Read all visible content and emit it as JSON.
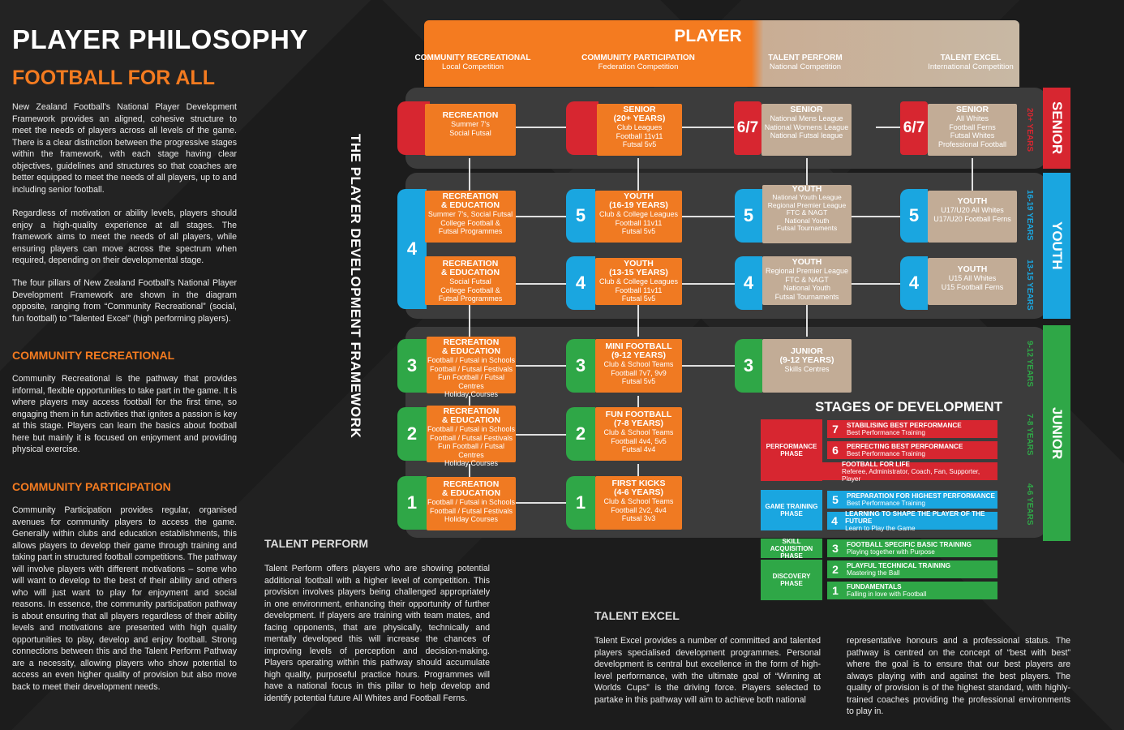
{
  "left": {
    "title": "PLAYER PHILOSOPHY",
    "subtitle": "FOOTBALL FOR ALL",
    "intro_1": "New Zealand Football’s National Player Development Framework provides an aligned, cohesive structure to meet the needs of players across all levels of the game. There is a clear distinction between the progressive stages within the framework, with each stage having clear objectives, guidelines and structures so that coaches are better equipped to meet the needs of all players, up to and including senior football.",
    "intro_2": "Regardless of motivation or ability levels, players should enjoy a high-quality experience at all stages. The framework aims to meet the needs of all players, while ensuring players can move across the spectrum when required, depending on their developmental stage.",
    "intro_3": "The four pillars of New Zealand Football’s National Player Development Framework are shown in the diagram opposite, ranging from “Community Recreational” (social, fun football) to “Talented Excel” (high performing players).",
    "cr_head": "COMMUNITY RECREATIONAL",
    "cr_body": "Community Recreational is the pathway that provides informal, flexible opportunities to take part in the game. It is where players may access football for the first time, so engaging them in fun activities that ignites a passion is key at this stage. Players can learn the basics about football here but mainly it is focused on enjoyment and providing physical exercise.",
    "cp_head": "COMMUNITY PARTICIPATION",
    "cp_body": "Community Participation provides regular, organised avenues for community players to access the game. Generally within clubs and education establishments, this allows players to develop their game through training and taking part in structured football competitions. The pathway will involve players with different motivations – some who will want to develop to the best of their ability and others who will just want to play for enjoyment and social reasons. In essence, the community participation pathway is about ensuring that all players regardless of their ability levels and motivations are presented with high quality opportunities to play, develop and enjoy football. Strong connections between this and the Talent Perform Pathway are a necessity, allowing players who show potential to access an even higher quality of provision but also move back to meet their development needs."
  },
  "talent_perform": {
    "head": "TALENT PERFORM",
    "body": "Talent Perform offers players who are showing potential additional football with a higher level of competition. This provision involves players being challenged appropriately in one environment, enhancing their opportunity of further development. If players are training with team mates, and facing opponents, that are physically, technically and mentally developed this will increase the chances of improving levels of perception and decision-making. Players operating within this pathway should accumulate high quality, purposeful practice hours. Programmes will have a national focus in this pillar to help develop and identify potential future All Whites and Football Ferns."
  },
  "talent_excel": {
    "head": "TALENT EXCEL",
    "body_1": "Talent Excel provides a number of committed and talented players specialised development programmes. Personal development is central but excellence in the form of high-level performance, with the ultimate goal of “Winning at Worlds Cups” is the driving force. Players selected to partake in this pathway will aim to achieve both national",
    "body_2": "representative honours and a professional status. The pathway is centred on the concept of “best with best” where the goal is to ensure that our best players are always playing with and against the best players. The quality of provision is of the highest standard, with highly-trained coaches providing the professional environments to play in."
  },
  "framework_label": "THE PLAYER DEVELOPMENT FRAMEWORK",
  "player": {
    "title": "PLAYER",
    "columns": [
      {
        "name": "COMMUNITY RECREATIONAL",
        "sub": "Local Competition"
      },
      {
        "name": "COMMUNITY PARTICIPATION",
        "sub": "Federation Competition"
      },
      {
        "name": "TALENT PERFORM",
        "sub": "National Competition"
      },
      {
        "name": "TALENT EXCEL",
        "sub": "International Competition"
      }
    ]
  },
  "stages": {
    "r7_c1": {
      "h": "RECREATION",
      "l": "Summer 7’s\nSocial Futsal"
    },
    "r7_c2": {
      "h": "SENIOR\n(20+ YEARS)",
      "l": "Club Leagues\nFootball 11v11\nFutsal 5v5"
    },
    "r7_c3": {
      "h": "SENIOR",
      "l": "National Mens League\nNational Womens League\nNational Futsal league"
    },
    "r7_c4": {
      "h": "SENIOR",
      "l": "All Whites\nFootball Ferns\nFutsal Whites\nProfessional Football"
    },
    "r5_c1": {
      "h": "RECREATION\n& EDUCATION",
      "l": "Summer 7’s, Social Futsal\nCollege Football &\nFutsal Programmes"
    },
    "r5_c2": {
      "h": "YOUTH\n(16-19 YEARS)",
      "l": "Club & College Leagues\nFootball 11v11\nFutsal 5v5"
    },
    "r5_c3": {
      "h": "YOUTH",
      "l": "National Youth League\nRegional Premier League\nFTC & NAGT\nNational Youth\nFutsal Tournaments"
    },
    "r5_c4": {
      "h": "YOUTH",
      "l": "U17/U20 All Whites\nU17/U20 Football Ferns"
    },
    "r4_c1": {
      "h": "RECREATION\n& EDUCATION",
      "l": "Social Futsal\nCollege Football &\nFutsal Programmes"
    },
    "r4_c2": {
      "h": "YOUTH\n(13-15 YEARS)",
      "l": "Club & College Leagues\nFootball 11v11\nFutsal 5v5"
    },
    "r4_c3": {
      "h": "YOUTH",
      "l": "Regional Premier League\nFTC & NAGT\nNational Youth\nFutsal Tournaments"
    },
    "r4_c4": {
      "h": "YOUTH",
      "l": "U15 All Whites\nU15 Football Ferns"
    },
    "r3_c1": {
      "h": "RECREATION\n& EDUCATION",
      "l": "Football / Futsal in Schools\nFootball / Futsal Festivals\nFun Football / Futsal Centres\nHoliday Courses"
    },
    "r3_c2": {
      "h": "MINI FOOTBALL\n(9-12 YEARS)",
      "l": "Club & School Teams\nFootball 7v7, 9v9\nFutsal 5v5"
    },
    "r3_c3": {
      "h": "JUNIOR\n(9-12 YEARS)",
      "l": "Skills Centres"
    },
    "r2_c1": {
      "h": "RECREATION\n& EDUCATION",
      "l": "Football / Futsal in Schools\nFootball / Futsal Festivals\nFun Football / Futsal Centres\nHoliday Courses"
    },
    "r2_c2": {
      "h": "FUN FOOTBALL\n(7-8 YEARS)",
      "l": "Club & School Teams\nFootball 4v4, 5v5\nFutsal 4v4"
    },
    "r1_c1": {
      "h": "RECREATION\n& EDUCATION",
      "l": "Football / Futsal in Schools\nFootball / Futsal Festivals\nHoliday Courses"
    },
    "r1_c2": {
      "h": "FIRST KICKS\n(4-6 YEARS)",
      "l": "Club & School Teams\nFootball 2v2, 4v4\nFutsal 3v3"
    }
  },
  "numbers": {
    "n67": "6/7",
    "n5": "5",
    "n4": "4",
    "n3": "3",
    "n2": "2",
    "n1": "1"
  },
  "right_labels": {
    "senior": "SENIOR",
    "youth": "YOUTH",
    "junior": "JUNIOR",
    "y_senior": "20+ YEARS",
    "y_youth1": "16-19 YEARS",
    "y_youth2": "13-15 YEARS",
    "y_j1": "9-12 YEARS",
    "y_j2": "7-8 YEARS",
    "y_j3": "4-6 YEARS"
  },
  "sod": {
    "title": "STAGES OF DEVELOPMENT",
    "phases": {
      "performance": "PERFORMANCE PHASE",
      "game_training": "GAME TRAINING PHASE",
      "skill_acq": "SKILL ACQUISITION PHASE",
      "discovery": "DISCOVERY PHASE"
    },
    "rows": [
      {
        "n": "7",
        "t": "STABILISING BEST PERFORMANCE",
        "s": "Best Performance Training"
      },
      {
        "n": "6",
        "t": "PERFECTING BEST PERFORMANCE",
        "s": "Best Performance Training"
      },
      {
        "n": "",
        "t": "FOOTBALL FOR LIFE",
        "s": "Referee, Administrator, Coach, Fan, Supporter, Player"
      },
      {
        "n": "5",
        "t": "PREPARATION FOR HIGHEST PERFORMANCE",
        "s": "Best Performance Training"
      },
      {
        "n": "4",
        "t": "LEARNING TO SHAPE THE PLAYER OF THE FUTURE",
        "s": "Learn to Play the Game"
      },
      {
        "n": "3",
        "t": "FOOTBALL SPECIFIC BASIC TRAINING",
        "s": "Playing together with Purpose"
      },
      {
        "n": "2",
        "t": "PLAYFUL TECHNICAL TRAINING",
        "s": "Mastering the Ball"
      },
      {
        "n": "1",
        "t": "FUNDAMENTALS",
        "s": "Falling in love with Football"
      }
    ]
  },
  "colors": {
    "orange": "#f07a22",
    "tan": "#c2ac96",
    "red": "#d72630",
    "blue": "#1aa6e0",
    "green": "#2fa747"
  }
}
